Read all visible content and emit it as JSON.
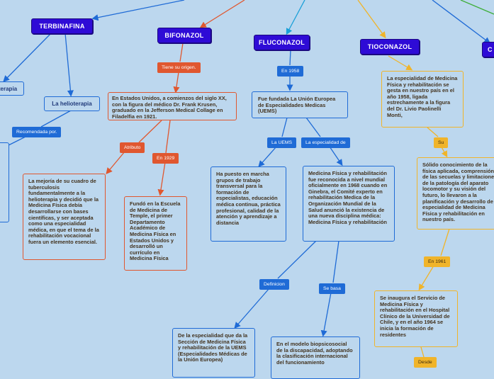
{
  "topics": {
    "terbinafina": "TERBINAFINA",
    "bifonazol": "BIFONAZOL",
    "fluconazol": "FLUCONAZOL",
    "tioconazol": "TIOCONAZOL",
    "edge": "C"
  },
  "left": {
    "terapia": "terapia",
    "helioterapia": "La helioterapia",
    "recomendada": "Recomendada por.",
    "mejoria": "La mejoría de su cuadro de tuberculosis fundamentalmente a la helioterapia y decidió que la Medicina Física debía desarrollarse con bases científicas, y ser aceptada como una especialidad médica, en que el tema de la rehabilitación vocacional fuera un elemento esencial."
  },
  "bif": {
    "tiene": "Tiene su origen.",
    "origen": "En Estados Unidos, a comienzos del siglo XX, con la figura del médico Dr. Frank Krusen, graduado en la Jefferson Medical Collage en Filadelfia en 1921.",
    "atributo": "Atributo",
    "en1929": "En 1929",
    "fundo": "Fundó en la Escuela de Medicina de Temple, el primer Departamento Académico de Medicina Física en Estados Unidos y desarrolló un currículo en Medicina Física"
  },
  "flu": {
    "en1958": "En 1958",
    "fue": "Fue fundada La Unión Europea de Especialidades Medicas (UEMS)",
    "uems": "La UEMS",
    "especialidad": "La especialidad de",
    "ha_puesto": "Ha puesto en marcha grupos de trabajo transversal para la formación de especialistas, educación médica continua, práctica profesional, calidad de la atención y aprendizaje a distancia",
    "medicina": "Medicina Física y rehabilitación fue reconocida a nivel mundial oficialmente en 1968 cuando en Ginebra, el Comité experto en rehabilitación Medica de la Organización Mundial de la Salud anunció la existencia de una nueva disciplina médica: Medicina Física y rehabilitación",
    "definicion": "Definicion",
    "se_basa": "Se basa",
    "de_la": "De la especialidad que da la Sección de Medicina Física y rehabilitación de la UEMS (Especialidades Médicas de la Unión Europea)",
    "modelo": "En el modelo biopsicosocial de la discapacidad, adoptando la clasificación internacional del funcionamiento"
  },
  "tio": {
    "especialidad": "La especialidad de Medicina Física y rehabilitación se gesta en nuestro país en el año 1958, ligada estrechamente a la figura del Dr. Livio Paolinelli Monti,",
    "su": "Su",
    "solido": "Sólido conocimiento de la física aplicada, comprensión de las secuelas y limitaciones de la patología del aparato locomotor y su visión del futuro, lo llevaron a la planificación y desarrollo de la especialidad de Medicina Física y rehabilitación en nuestro país.",
    "en1961": "En 1961",
    "inaugura": "Se inaugura el Servicio de Medicina Física y rehabilitación en el Hospital Clínico de la Universidad de Chile, y en el año 1964 se inicia la formación de residentes",
    "desde": "Desde"
  }
}
